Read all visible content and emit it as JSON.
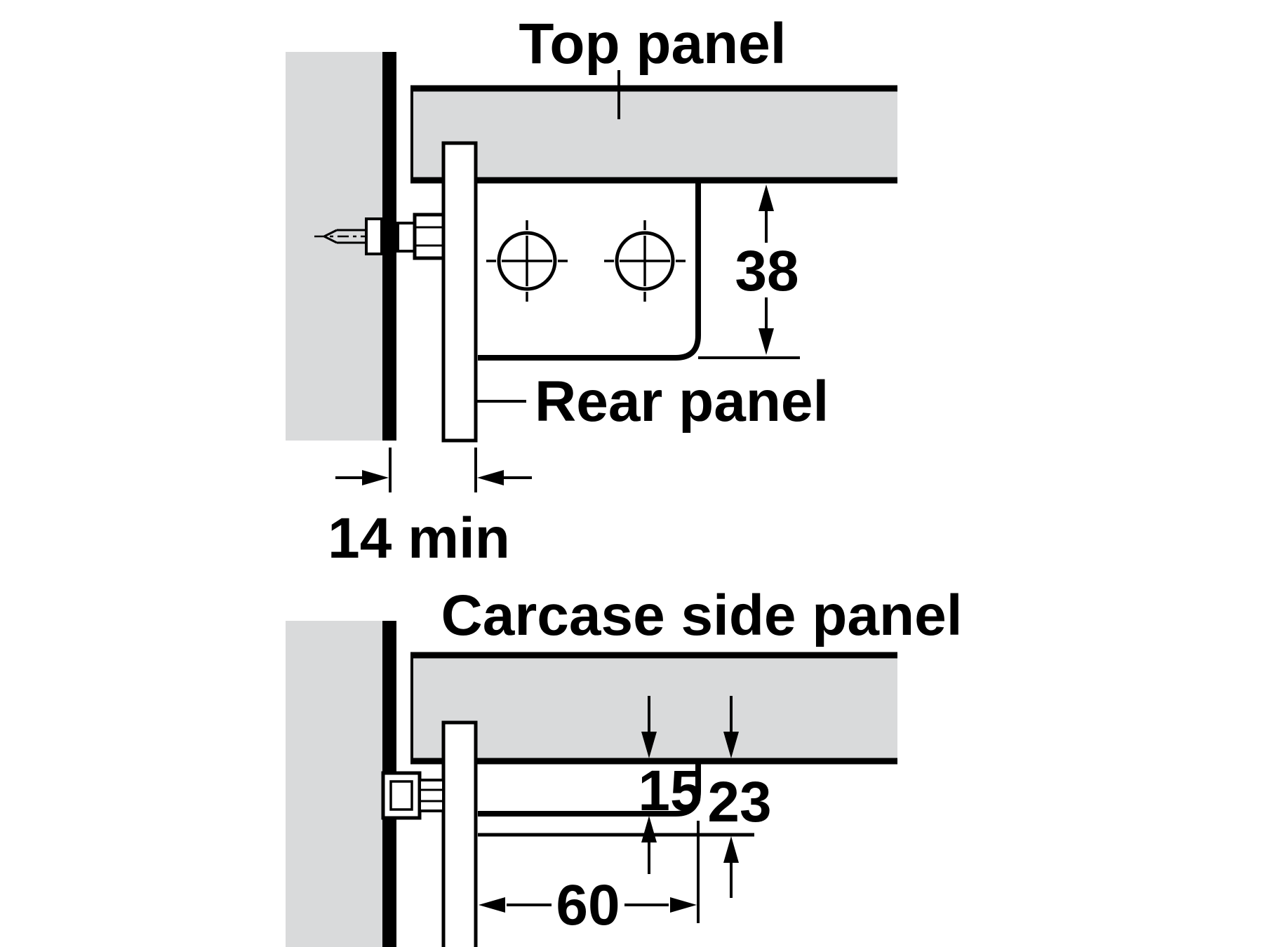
{
  "figure": {
    "background_color": "#ffffff",
    "line_color": "#000000",
    "panel_fill_color": "#d9dadb"
  },
  "top_view": {
    "title": "Top panel",
    "rear_panel_label": "Rear panel",
    "hanger_height_dimension": "38",
    "wall_clearance_dimension": "14 min"
  },
  "bottom_view": {
    "title": "Carcase side panel",
    "upper_offset_dimension": "15",
    "lower_offset_dimension": "23",
    "hanger_length_dimension": "60"
  }
}
